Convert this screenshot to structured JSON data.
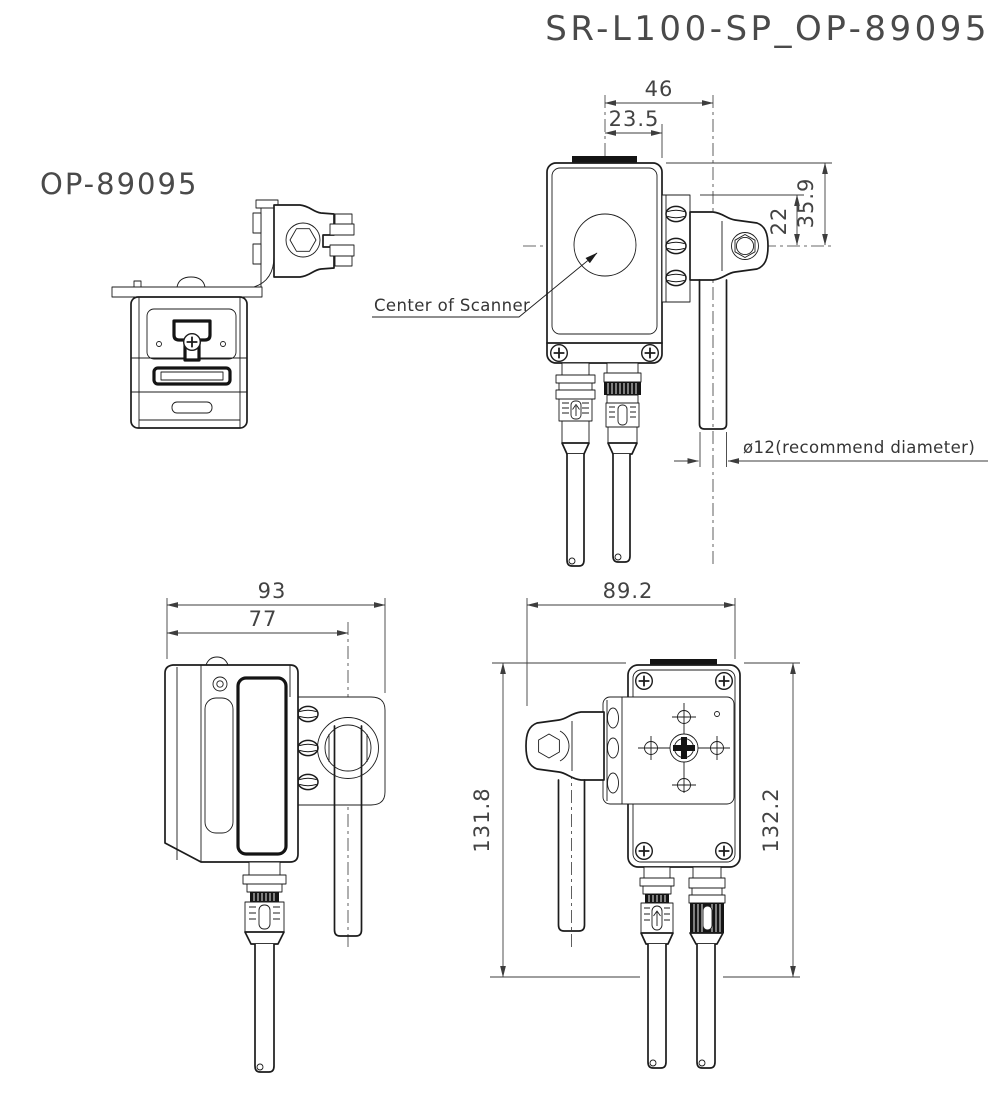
{
  "drawing": {
    "title": "SR-L100-SP_OP-89095",
    "accessory_label": "OP-89095",
    "annotations": {
      "center_of_scanner": "Center of Scanner",
      "rod_note": "ø12(recommend diameter)"
    },
    "dimensions": {
      "front_total_width": "46",
      "front_center_offset": "23.5",
      "front_bracket_to_center": "22",
      "front_top_to_center": "35.9",
      "side_total_width": "93",
      "side_rod_offset": "77",
      "rear_width": "89.2",
      "rear_height_left": "131.8",
      "rear_height_right": "132.2"
    },
    "colors": {
      "line": "#1c1c1c",
      "dimension": "#3d3d3d",
      "background": "#ffffff"
    }
  }
}
